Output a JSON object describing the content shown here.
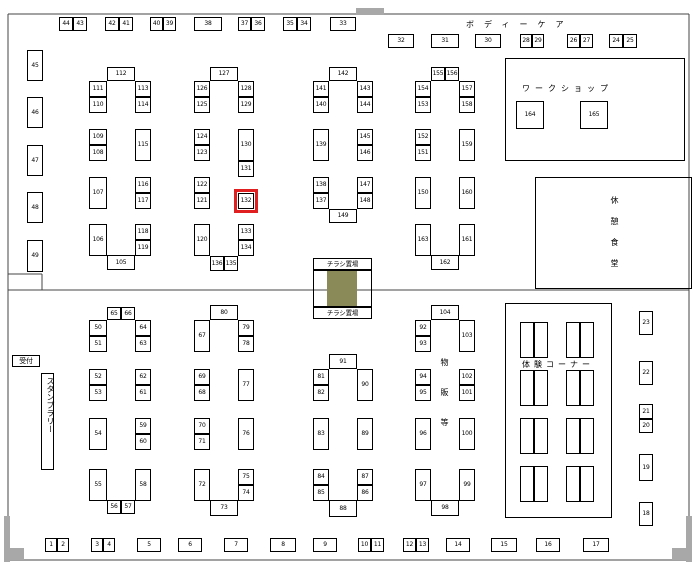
{
  "booths": [
    "1",
    "2",
    "3",
    "4",
    "5",
    "6",
    "7",
    "8",
    "9",
    "10",
    "11",
    "12",
    "13",
    "14",
    "15",
    "16",
    "17",
    "18",
    "19",
    "20",
    "21",
    "22",
    "23",
    "24",
    "25",
    "26",
    "27",
    "28",
    "29",
    "30",
    "31",
    "32",
    "33",
    "34",
    "35",
    "36",
    "37",
    "38",
    "39",
    "40",
    "41",
    "42",
    "43",
    "44",
    "45",
    "46",
    "47",
    "48",
    "49",
    "50",
    "51",
    "52",
    "53",
    "54",
    "55",
    "56",
    "57",
    "58",
    "59",
    "60",
    "61",
    "62",
    "63",
    "64",
    "65",
    "66",
    "67",
    "68",
    "69",
    "70",
    "71",
    "72",
    "73",
    "74",
    "75",
    "76",
    "77",
    "78",
    "79",
    "80",
    "81",
    "82",
    "83",
    "84",
    "85",
    "86",
    "87",
    "88",
    "89",
    "90",
    "91",
    "92",
    "93",
    "94",
    "95",
    "96",
    "97",
    "98",
    "99",
    "100",
    "101",
    "102",
    "103",
    "104",
    "105",
    "106",
    "107",
    "108",
    "109",
    "110",
    "111",
    "112",
    "113",
    "114",
    "115",
    "116",
    "117",
    "118",
    "119",
    "120",
    "121",
    "122",
    "123",
    "124",
    "125",
    "126",
    "127",
    "128",
    "129",
    "130",
    "131",
    "132",
    "133",
    "134",
    "135",
    "136",
    "137",
    "138",
    "139",
    "140",
    "141",
    "142",
    "143",
    "144",
    "145",
    "146",
    "147",
    "148",
    "149",
    "150",
    "151",
    "152",
    "153",
    "154",
    "155",
    "156",
    "157",
    "158",
    "159",
    "160",
    "161",
    "162",
    "163",
    "164",
    "165"
  ],
  "highlighted_booth": "132",
  "areas": {
    "body_care": "ボディーケア",
    "workshop": "ワークショップ",
    "rest_area": "休憩食堂",
    "experience_corner": "体験コーナー",
    "product_sales": "物販等",
    "flyer_area": "チラシ置場",
    "reception": "受付",
    "stamp_rally": "スタンプラリー"
  },
  "colors": {
    "highlight": "#e02020",
    "flyer_fill": "#8a8a58",
    "border": "#000000"
  }
}
